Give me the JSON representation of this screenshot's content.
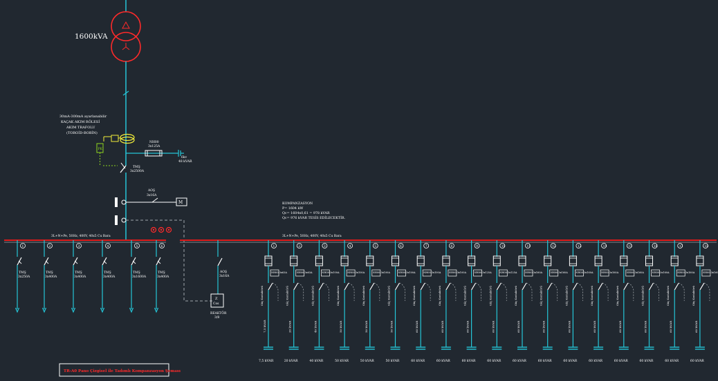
{
  "transformer": {
    "rating": "1600kVA"
  },
  "leakage_relay": {
    "lines": [
      "30mA-300mA ayarlanabilir",
      "KAÇAK AKIM RÖLESİ",
      "AKIM TRAFOLU",
      "(TOROİD-BOBİN)"
    ],
    "pk_label": "PK"
  },
  "nh_fuse": {
    "name": "NH00",
    "rating": "3x125A"
  },
  "surge": {
    "line1": "6kv",
    "line2": "48 kVAR"
  },
  "main_breaker": {
    "name": "TMŞ",
    "rating": "3x2500A"
  },
  "aos": {
    "name": "AOŞ",
    "rating": "3x16A",
    "motor": "M"
  },
  "busbar_left": {
    "label": "3L+N+Pe, 50Hz, 400V, 40x5 Cu Bara"
  },
  "busbar_right": {
    "label": "3L+N+Pe, 50Hz, 400V, 40x5 Cu Bara"
  },
  "compensation": {
    "lines": [
      "KOMPANZASYON",
      "P= 1604 kW",
      "Qc= 1604x0,61 = 978 kVAR",
      "Qc= 976 kVAR TESİS EDİLECEKTİR."
    ]
  },
  "left_feeders": [
    {
      "num": "1",
      "name": "TMŞ",
      "rating": "3x250A"
    },
    {
      "num": "2",
      "name": "TMŞ",
      "rating": "3x400A"
    },
    {
      "num": "3",
      "name": "TMŞ",
      "rating": "3x400A"
    },
    {
      "num": "4",
      "name": "TMŞ",
      "rating": "3x400A"
    },
    {
      "num": "5",
      "name": "TMŞ",
      "rating": "3x1600A"
    },
    {
      "num": "6",
      "name": "TMŞ",
      "rating": "3x400A"
    }
  ],
  "aog_feeder": {
    "name": "AOŞ",
    "rating": "3x16A"
  },
  "kondansator": {
    "sym": "Z",
    "code": "Cos",
    "line1": "REAKTÖR",
    "line2": "3/8"
  },
  "cap_steps": [
    {
      "num": "1",
      "cable": "NH00 3x63A",
      "contactor": "Güç Kontaktörü",
      "kvar": "7,5 kVAR",
      "bottom": "7,5 kVAR"
    },
    {
      "num": "2",
      "cable": "NH00 3x63A",
      "contactor": "Güç Kontaktörü",
      "kvar": "20 kVAR",
      "bottom": "20 kVAR"
    },
    {
      "num": "3",
      "cable": "NH00 3x100A",
      "contactor": "Güç Kontaktörü",
      "kvar": "40 kVAR",
      "bottom": "40 kVAR"
    },
    {
      "num": "4",
      "cable": "NH00 3x100A",
      "contactor": "Güç Kontaktörü",
      "kvar": "50 kVAR",
      "bottom": "50 kVAR"
    },
    {
      "num": "5",
      "cable": "NH00 3x100A",
      "contactor": "Güç Kontaktörü",
      "kvar": "50 kVAR",
      "bottom": "50 kVAR"
    },
    {
      "num": "6",
      "cable": "NH00 3x100A",
      "contactor": "Güç Kontaktörü",
      "kvar": "50 kVAR",
      "bottom": "50 kVAR"
    },
    {
      "num": "7",
      "cable": "NH00 3x100A",
      "contactor": "Güç Kontaktörü",
      "kvar": "60 kVAR",
      "bottom": "60 kVAR"
    },
    {
      "num": "8",
      "cable": "NH00 3x100A",
      "contactor": "Güç Kontaktörü",
      "kvar": "60 kVAR",
      "bottom": "60 kVAR"
    },
    {
      "num": "9",
      "cable": "NH00 3x125A",
      "contactor": "Güç Kontaktörü",
      "kvar": "60 kVAR",
      "bottom": "60 kVAR"
    },
    {
      "num": "10",
      "cable": "NH00 3x125A",
      "contactor": "Güç Kontaktörü",
      "kvar": "60 kVAR",
      "bottom": "60 kVAR"
    },
    {
      "num": "11",
      "cable": "NH00 3x160A",
      "contactor": "Güç Kontaktörü",
      "kvar": "60 kVAR",
      "bottom": "60 kVAR"
    },
    {
      "num": "12",
      "cable": "NH00 3x160A",
      "contactor": "Güç Kontaktörü",
      "kvar": "60 kVAR",
      "bottom": "60 kVAR"
    },
    {
      "num": "13",
      "cable": "NH00 3x160A",
      "contactor": "Güç Kontaktörü",
      "kvar": "60 kVAR",
      "bottom": "60 kVAR"
    },
    {
      "num": "14",
      "cable": "NH00 3x160A",
      "contactor": "Güç Kontaktörü",
      "kvar": "60 kVAR",
      "bottom": "60 kVAR"
    },
    {
      "num": "15",
      "cable": "NH00 3x160A",
      "contactor": "Güç Kontaktörü",
      "kvar": "60 kVAR",
      "bottom": "60 kVAR"
    },
    {
      "num": "16",
      "cable": "NH00 3x160A",
      "contactor": "Güç Kontaktörü",
      "kvar": "60 kVAR",
      "bottom": "60 kVAR"
    },
    {
      "num": "17",
      "cable": "NH00 3x160A",
      "contactor": "Güç Kontaktörü",
      "kvar": "60 kVAR",
      "bottom": "60 kVAR"
    },
    {
      "num": "18",
      "cable": "NH00 3x160A",
      "contactor": "Güç Kontaktörü",
      "kvar": "60 kVAR",
      "bottom": "60 kVAR"
    }
  ],
  "footer": {
    "title": "TR-A0 Pano Çizgisel ile Tadımlı Kompanzasyon Şeması"
  },
  "colors": {
    "bg": "#212830",
    "cyan": "#25c6d8",
    "white": "#ffffff",
    "red": "#e01b1b",
    "yellow": "#f2ee3a",
    "green": "#8fd61e",
    "gray": "#a0a6ab"
  }
}
